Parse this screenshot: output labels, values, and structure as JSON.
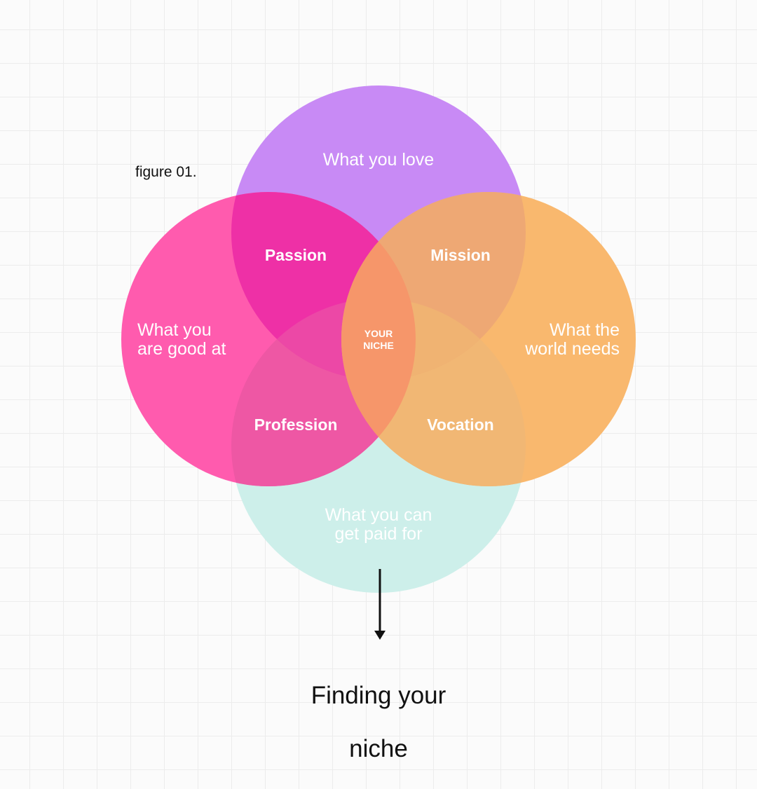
{
  "figure_label": "figure 01.",
  "footer": {
    "title_line1": "Finding your",
    "title_line2": "niche"
  },
  "circles": {
    "top": {
      "label_line1": "What you love",
      "label_line2": "",
      "color": "#C88AF5"
    },
    "left": {
      "label_line1": "What you",
      "label_line2": "are good at",
      "color": "#FF5BAE"
    },
    "right": {
      "label_line1": "What the",
      "label_line2": "world needs",
      "color": "#F9B86E"
    },
    "bottom": {
      "label_line1": "What you can",
      "label_line2": "get paid for",
      "color": "#CDEFEA"
    }
  },
  "overlaps": {
    "passion": "Passion",
    "mission": "Mission",
    "profession": "Profession",
    "vocation": "Vocation",
    "center_line1": "YOUR",
    "center_line2": "NICHE"
  },
  "colors": {
    "passion_fill": "#EE30A6",
    "mission_fill": "#EEA874",
    "profession_fill": "#EE57A4",
    "vocation_fill": "#F1B774",
    "niche_fill": "#F6966A",
    "text_light": "#FFFFFF",
    "text_dark": "#111111"
  }
}
